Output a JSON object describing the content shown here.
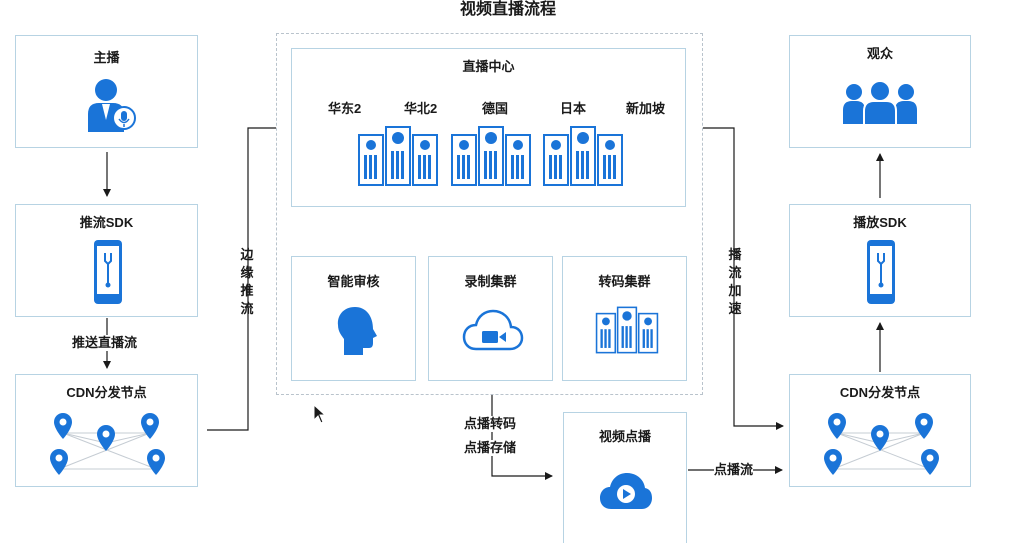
{
  "title": "视频直播流程",
  "nodes": {
    "anchor": "主播",
    "push_sdk": "推流SDK",
    "cdn_left": "CDN分发节点",
    "live_center": "直播中心",
    "regions": [
      "华东2",
      "华北2",
      "德国",
      "日本",
      "新加坡"
    ],
    "audit": "智能审核",
    "record": "录制集群",
    "transcode": "转码集群",
    "vod": "视频点播",
    "audience": "观众",
    "play_sdk": "播放SDK",
    "cdn_right": "CDN分发节点"
  },
  "edges": {
    "push_stream": "推送直播流",
    "edge_push": "边缘推流",
    "play_accel": "播流加速",
    "vod_transcode": "点播转码",
    "vod_storage": "点播存储",
    "vod_stream": "点播流"
  },
  "colors": {
    "accent": "#1a74d8",
    "border": "#b7d3e3",
    "dashed": "#b9c3cc",
    "arrow": "#1a1a1a"
  },
  "icons": {
    "anchor": "anchor-user-mic-icon",
    "phone": "phone-wrench-icon",
    "pins": "location-pin-icon",
    "servers": "server-rack-icon",
    "cloud": "cloud-video-icon",
    "vod": "cloud-play-icon",
    "audience": "audience-group-icon"
  }
}
